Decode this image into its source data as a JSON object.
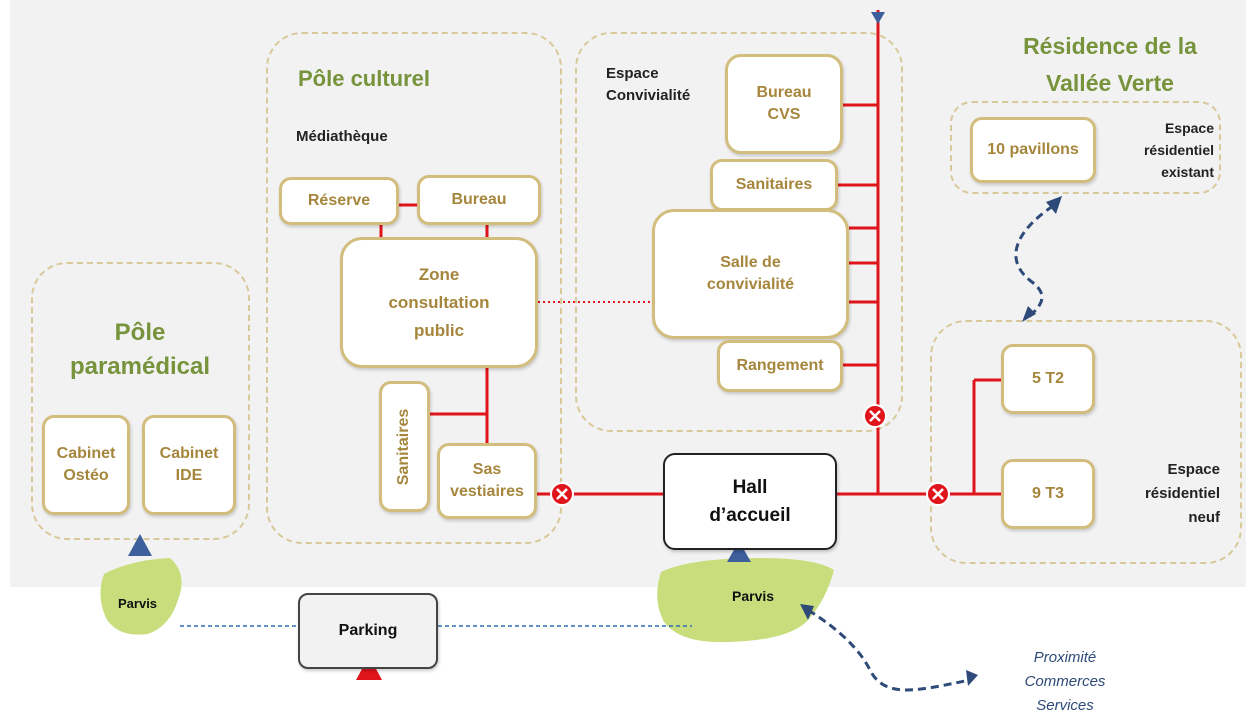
{
  "zones": {
    "pole_paramedical": {
      "title": "Pôle\nparamédical"
    },
    "pole_culturel": {
      "title": "Pôle culturel",
      "subtitle": "Médiathèque"
    },
    "espace_convivialite": {
      "title": "Espace\nConvivialité"
    },
    "residence": {
      "title": "Résidence de la\nVallée Verte"
    },
    "espace_existant": {
      "title": "Espace\nrésidentiel\nexistant"
    },
    "espace_neuf": {
      "title": "Espace\nrésidentiel\nneuf"
    }
  },
  "rooms": {
    "cabinet_osteo": "Cabinet\nOstéo",
    "cabinet_ide": "Cabinet\nIDE",
    "reserve": "Réserve",
    "bureau": "Bureau",
    "zone_consultation": "Zone\nconsultation\npublic",
    "sanitaires_culturel": "Sanitaires",
    "sas_vestiaires": "Sas\nvestiaires",
    "bureau_cvs": "Bureau\nCVS",
    "sanitaires_conv": "Sanitaires",
    "salle_convivialite": "Salle de\nconvivialité",
    "rangement": "Rangement",
    "pavillons": "10 pavillons",
    "t2": "5 T2",
    "t3": "9 T3"
  },
  "hall": "Hall\nd’accueil",
  "parking": "Parking",
  "parvis_left": "Parvis",
  "parvis_main": "Parvis",
  "proximite": "Proximité\nCommerces\nServices",
  "colors": {
    "background": "#f2f2f2",
    "zone_border": "#d8c99a",
    "room_border": "#d2bd7c",
    "room_text": "#a5863c",
    "title_green": "#77933c",
    "connector_red": "#e0141b",
    "parvis_green": "#c9dd7d",
    "arrow_blue": "#2e4a78",
    "access_triangle": "#3d5f9c",
    "parking_triangle": "#e0141b"
  }
}
